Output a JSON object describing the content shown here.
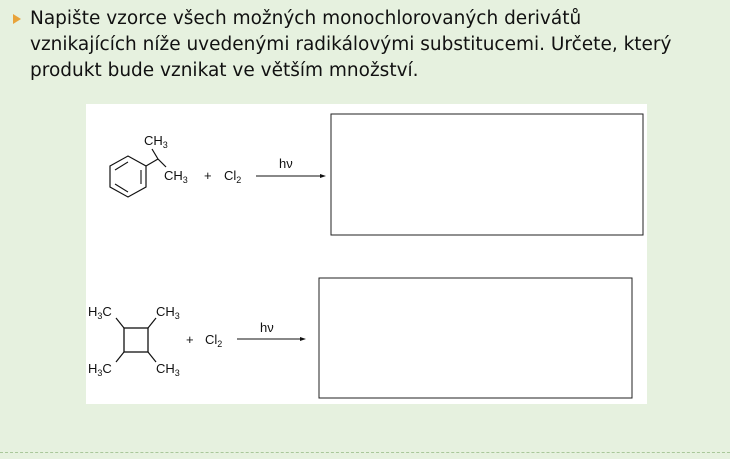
{
  "slide": {
    "instruction": "Napište vzorce všech možných monochlorovaných derivátů vznikajících níže uvedenými radikálovými substitucemi. Určete, který produkt bude vznikat ve větším množství.",
    "bullet_icon": "triangle-right-icon",
    "colors": {
      "background": "#e6f1df",
      "bullet": "#e8a33a",
      "text": "#111111"
    }
  },
  "reactions": [
    {
      "substituent_top": "CH",
      "substituent_top_sub": "3",
      "substituent_side": "CH",
      "substituent_side_sub": "3",
      "plus": "+",
      "reagent": "Cl",
      "reagent_sub": "2",
      "condition": "hν"
    },
    {
      "top_left": "H",
      "top_left_sub": "3",
      "top_left_end": "C",
      "top_right": "CH",
      "top_right_sub": "3",
      "bottom_left": "H",
      "bottom_left_sub": "3",
      "bottom_left_end": "C",
      "bottom_right": "CH",
      "bottom_right_sub": "3",
      "plus": "+",
      "reagent": "Cl",
      "reagent_sub": "2",
      "condition": "hν"
    }
  ]
}
